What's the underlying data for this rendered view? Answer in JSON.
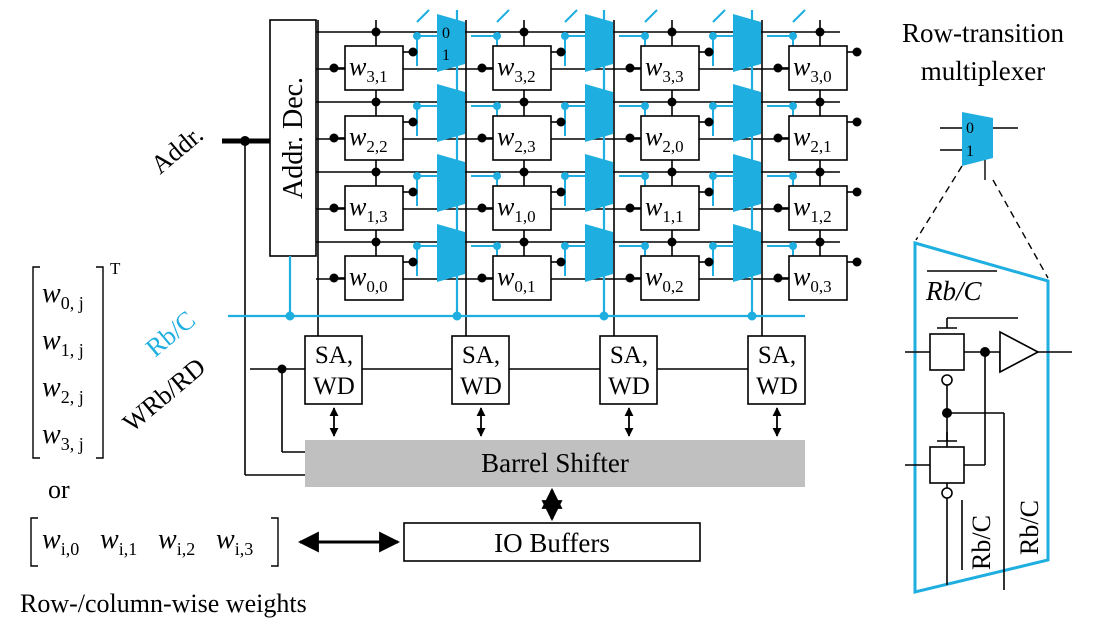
{
  "colors": {
    "accent": "#1eaee0",
    "black": "#000000",
    "shifter_fill": "#c0c0c0"
  },
  "labels": {
    "addr": "Addr.",
    "addr_dec": "Addr. Dec.",
    "rbc": "Rb/C",
    "wrbrd": "WRb/RD",
    "sa_line1": "SA,",
    "sa_line2": "WD",
    "barrel_shifter": "Barrel Shifter",
    "io_buffers": "IO Buffers",
    "or": "or",
    "caption": "Row-/column-wise weights",
    "transpose": "T",
    "mux_title_line1": "Row-transition",
    "mux_title_line2": "multiplexer",
    "mux_in0": "0",
    "mux_in1": "1",
    "rbc_bar": "Rb/C",
    "rbc_right": "Rb/C"
  },
  "cells": [
    {
      "row": 3,
      "col": 0,
      "base": "w",
      "sub": "3,1"
    },
    {
      "row": 3,
      "col": 1,
      "base": "w",
      "sub": "3,2"
    },
    {
      "row": 3,
      "col": 2,
      "base": "w",
      "sub": "3,3"
    },
    {
      "row": 3,
      "col": 3,
      "base": "w",
      "sub": "3,0"
    },
    {
      "row": 2,
      "col": 0,
      "base": "w",
      "sub": "2,2"
    },
    {
      "row": 2,
      "col": 1,
      "base": "w",
      "sub": "2,3"
    },
    {
      "row": 2,
      "col": 2,
      "base": "w",
      "sub": "2,0"
    },
    {
      "row": 2,
      "col": 3,
      "base": "w",
      "sub": "2,1"
    },
    {
      "row": 1,
      "col": 0,
      "base": "w",
      "sub": "1,3"
    },
    {
      "row": 1,
      "col": 1,
      "base": "w",
      "sub": "1,0"
    },
    {
      "row": 1,
      "col": 2,
      "base": "w",
      "sub": "1,1"
    },
    {
      "row": 1,
      "col": 3,
      "base": "w",
      "sub": "1,2"
    },
    {
      "row": 0,
      "col": 0,
      "base": "w",
      "sub": "0,0"
    },
    {
      "row": 0,
      "col": 1,
      "base": "w",
      "sub": "0,1"
    },
    {
      "row": 0,
      "col": 2,
      "base": "w",
      "sub": "0,2"
    },
    {
      "row": 0,
      "col": 3,
      "base": "w",
      "sub": "0,3"
    }
  ],
  "column_vector": [
    {
      "base": "w",
      "sub": "0, j"
    },
    {
      "base": "w",
      "sub": "1, j"
    },
    {
      "base": "w",
      "sub": "2, j"
    },
    {
      "base": "w",
      "sub": "3, j"
    }
  ],
  "row_vector": [
    {
      "base": "w",
      "sub": "i,0"
    },
    {
      "base": "w",
      "sub": "i,1"
    },
    {
      "base": "w",
      "sub": "i,2"
    },
    {
      "base": "w",
      "sub": "i,3"
    }
  ]
}
